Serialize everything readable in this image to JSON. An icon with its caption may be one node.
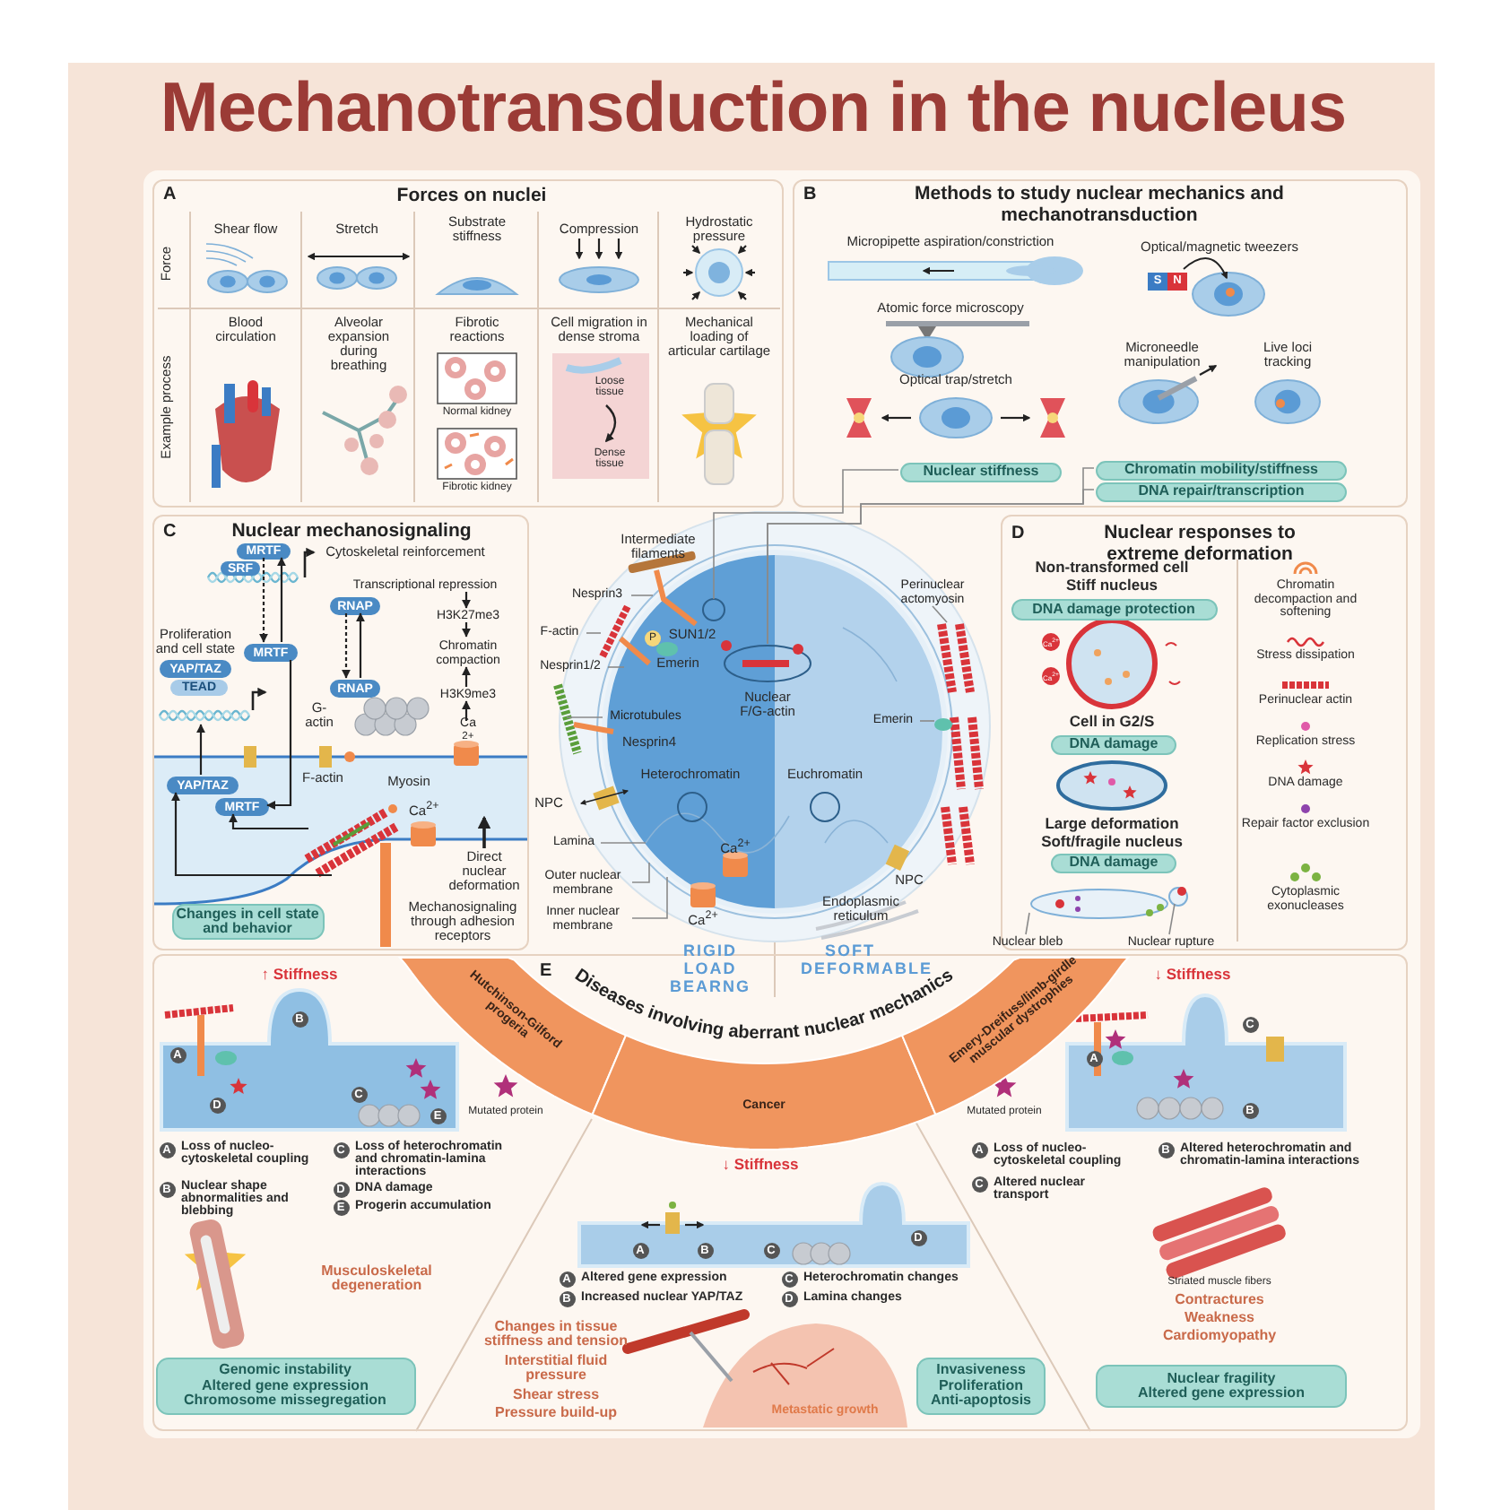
{
  "diagram": {
    "title": "Mechanotransduction in the nucleus",
    "nodes": [
      {
        "text": [
          "A",
          "Forces on nuclei"
        ]
      },
      {
        "text": [
          "B",
          "Methods to study nuclear mechanics and mechanotransduction"
        ]
      },
      {
        "text": [
          "C",
          "Nuclear mechanosignaling"
        ]
      },
      {
        "text": [],
        "shape": "picture"
      },
      {
        "text": [
          "D",
          "Nuclear responses to extreme deformation"
        ]
      },
      {
        "text": [
          "E",
          "Diseases involving aberrant nuclear mechanics"
        ]
      },
      {
        "text": [
          "Nuclear stiffness"
        ],
        "in": 1
      },
      {
        "text": [
          "Chromatin mobility/stiffness"
        ],
        "in": 1
      },
      {
        "text": [
          "DNA repair/transcription"
        ],
        "in": 1
      },
      {
        "text": [
          "MRTF"
        ],
        "in": 2
      },
      {
        "text": [
          "SRF"
        ],
        "in": 2
      },
      {
        "text": [
          "MRTF"
        ],
        "in": 2
      },
      {
        "text": [
          "MRTF"
        ],
        "in": 2
      },
      {
        "text": [
          "RNAP"
        ],
        "in": 2
      },
      {
        "text": [
          "RNAP"
        ],
        "in": 2
      },
      {
        "text": [
          "YAP/TAZ"
        ],
        "in": 2
      },
      {
        "text": [
          "TEAD"
        ],
        "in": 2
      },
      {
        "text": [
          "YAP/TAZ"
        ],
        "in": 2
      },
      {
        "text": [
          "Transcriptional repression"
        ],
        "in": 2
      },
      {
        "text": [
          "H3K27me3"
        ],
        "in": 2
      },
      {
        "text": [
          "Chromatin compaction"
        ],
        "in": 2
      },
      {
        "text": [
          "H3K9me3"
        ],
        "in": 2
      },
      {
        "text": [
          "Ca$^{2+}$"
        ],
        "in": 2
      },
      {
        "text": [
          "Changes in cell state and behavior"
        ],
        "in": 2
      },
      {
        "text": [],
        "shape": "picture",
        "in": 2
      },
      {
        "text": [],
        "shape": "picture",
        "in": 2
      },
      {
        "text": [
          "Nesprin3"
        ],
        "in": 3
      },
      {
        "text": [
          "F-actin"
        ],
        "in": 3
      },
      {
        "text": [
          "Nesprin1/2"
        ],
        "in": 3
      },
      {
        "text": [
          "Microtubules"
        ],
        "in": 3
      },
      {
        "text": [
          "Lamina"
        ],
        "in": 3
      },
      {
        "text": [
          "Outer nuclear membrane"
        ],
        "in": 3
      },
      {
        "text": [
          "Inner nuclear membrane"
        ],
        "in": 3
      },
      {
        "text": [
          "Perinuclear actomyosin"
        ],
        "in": 3
      },
      {
        "text": [
          "Emerin"
        ],
        "in": 3
      },
      {
        "text": [
          "DNA damage protection"
        ],
        "in": 4
      },
      {
        "text": [
          "DNA damage"
        ],
        "in": 4
      },
      {
        "text": [
          "DNA damage"
        ],
        "in": 4
      },
      {
        "text": [],
        "shape": "picture",
        "in": 4
      },
      {
        "text": [
          "Nuclear bleb"
        ],
        "in": 4
      },
      {
        "text": [
          "Nuclear rupture"
        ],
        "in": 4
      },
      {
        "text": [
          "Hutchinson-Gilford progeria"
        ],
        "in": 5
      },
      {
        "text": [
          "Cancer"
        ],
        "in": 5
      },
      {
        "text": [
          "Emery-Dreifuss/limb-girdle muscular dystrophies"
        ],
        "in": 5
      },
      {
        "text": [
          "Genomic instability",
          "Altered gene expression",
          "Chromosome missegregation"
        ],
        "in": 5
      },
      {
        "text": [
          "Invasiveness",
          "Proliferation",
          "Anti-apoptosis"
        ],
        "in": 5
      },
      {
        "text": [
          "Nuclear fragility",
          "Altered gene expression"
        ],
        "in": 5
      }
    ],
    "edges": [
      {
        "from": 6,
        "to": 3,
        "arrow": "none"
      },
      {
        "from": 7,
        "to": 3,
        "arrow": "none"
      },
      {
        "from": 8,
        "to": 3,
        "arrow": "none"
      },
      {
        "from": 11,
        "to": 9,
        "arrow": "to",
        "color": "#222222"
      },
      {
        "from": 9,
        "to": 11,
        "arrow": "to",
        "style": "dashed",
        "color": "#222222"
      },
      {
        "from": 14,
        "to": 13,
        "arrow": "to",
        "color": "#222222"
      },
      {
        "from": 13,
        "to": 14,
        "arrow": "to",
        "style": "dashed",
        "color": "#222222"
      },
      {
        "from": 11,
        "to": 12,
        "arrow": "to",
        "color": "#222222"
      },
      {
        "from": 17,
        "to": 24,
        "arrow": "to",
        "color": "#222222"
      },
      {
        "from": 18,
        "to": 19,
        "arrow": "to",
        "color": "#222222"
      },
      {
        "from": 19,
        "to": 20,
        "arrow": "to",
        "color": "#222222"
      },
      {
        "from": 21,
        "to": 20,
        "arrow": "to",
        "color": "#222222"
      },
      {
        "from": 22,
        "to": 21,
        "arrow": "to",
        "color": "#222222"
      },
      {
        "from": 25,
        "to": 12,
        "arrow": "to",
        "color": "#222222"
      },
      {
        "from": 25,
        "to": 17,
        "arrow": "to",
        "color": "#222222"
      },
      {
        "from": 39,
        "to": 38,
        "arrow": "none"
      },
      {
        "from": 40,
        "to": 38,
        "arrow": "none"
      },
      {
        "from": 26,
        "to": 3,
        "arrow": "none"
      },
      {
        "from": 27,
        "to": 3,
        "arrow": "none"
      },
      {
        "from": 28,
        "to": 3,
        "arrow": "none"
      },
      {
        "from": 29,
        "to": 3,
        "arrow": "none"
      },
      {
        "from": 30,
        "to": 3,
        "arrow": "none"
      },
      {
        "from": 31,
        "to": 3,
        "arrow": "none"
      },
      {
        "from": 32,
        "to": 3,
        "arrow": "none"
      },
      {
        "from": 33,
        "to": 3,
        "arrow": "none"
      },
      {
        "from": 34,
        "to": 3,
        "arrow": "none"
      }
    ],
    "labels": [
      "Force",
      "Example process",
      "Shear flow",
      "Stretch",
      "Substrate stiffness",
      "Compression",
      "Hydrostatic pressure",
      "Blood circulation",
      "Alveolar expansion during breathing",
      "Fibrotic reactions",
      "Cell migration in dense stroma",
      "Mechanical loading of articular cartilage",
      "Normal kidney",
      "Fibrotic kidney",
      "Loose tissue",
      "Dense tissue",
      "Micropipette aspiration/constriction",
      "Optical/magnetic tweezers",
      "Atomic force microscopy",
      "Microneedle manipulation",
      "Live loci tracking",
      "Optical trap/stretch",
      "S",
      "N",
      "Cytoskeletal reinforcement",
      "Proliferation and cell state",
      "G-actin",
      "F-actin",
      "Myosin",
      "Ca$^{2+}$",
      "Direct nuclear deformation",
      "Mechanosignaling through adhesion receptors",
      "Intermediate filaments",
      "P",
      "SUN1/2",
      "Emerin",
      "Nuclear F/G-actin",
      "Nesprin4",
      "NPC",
      "Heterochromatin",
      "Euchromatin",
      "Ca$^{2+}$",
      "Ca$^{2+}$",
      "NPC",
      "Endoplasmic reticulum",
      "RIGID LOAD BEARNG",
      "SOFT DEFORMABLE",
      "Non-transformed cell",
      "Stiff nucleus",
      "Ca$^{2+}$",
      "Ca$^{2+}$",
      "Cell in G2/S",
      "Large deformation",
      "Soft/fragile nucleus",
      "↑ Stiffness",
      "A",
      "B",
      "D",
      "C",
      "E",
      "Mutated protein",
      "A",
      "Loss of nucleo-cytoskeletal coupling",
      "B",
      "Nuclear shape abnormalities and blebbing",
      "C",
      "Loss of heterochromatin and chromatin-lamina interactions",
      "D",
      "DNA damage",
      "E",
      "Progerin accumulation",
      "Musculoskeletal degeneration",
      "↓ Stiffness",
      "A",
      "B",
      "C",
      "D",
      "A",
      "Altered gene expression",
      "B",
      "Increased nuclear YAP/TAZ",
      "C",
      "Heterochromatin changes",
      "D",
      "Lamina changes",
      "Changes in tissue stiffness and tension",
      "Interstitial fluid pressure",
      "Shear stress",
      "Pressure build-up",
      "Metastatic growth",
      "↓ Stiffness",
      "C",
      "A",
      "B",
      "Mutated protein",
      "A",
      "Loss of nucleo-cytoskeletal coupling",
      "C",
      "Altered nuclear transport",
      "B",
      "Altered heterochromatin and chromatin-lamina interactions",
      "Striated muscle fibers",
      "Contractures",
      "Weakness",
      "Cardiomyopathy"
    ],
    "legend": [
      {
        "text": "Chromatin decompaction and softening"
      },
      {
        "text": "Stress dissipation"
      },
      {
        "text": "Perinuclear actin"
      },
      {
        "text": "Replication stress"
      },
      {
        "text": "DNA damage"
      },
      {
        "text": "Repair factor exclusion"
      },
      {
        "text": "Cytoplasmic exonucleases"
      }
    ]
  }
}
